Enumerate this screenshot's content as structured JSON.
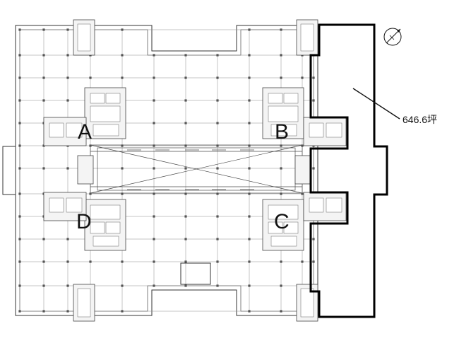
{
  "plan": {
    "zones": [
      "A",
      "B",
      "C",
      "D"
    ],
    "leased_area": "646.6坪"
  },
  "icons": {
    "north_arrow": "north-arrow-compass"
  }
}
